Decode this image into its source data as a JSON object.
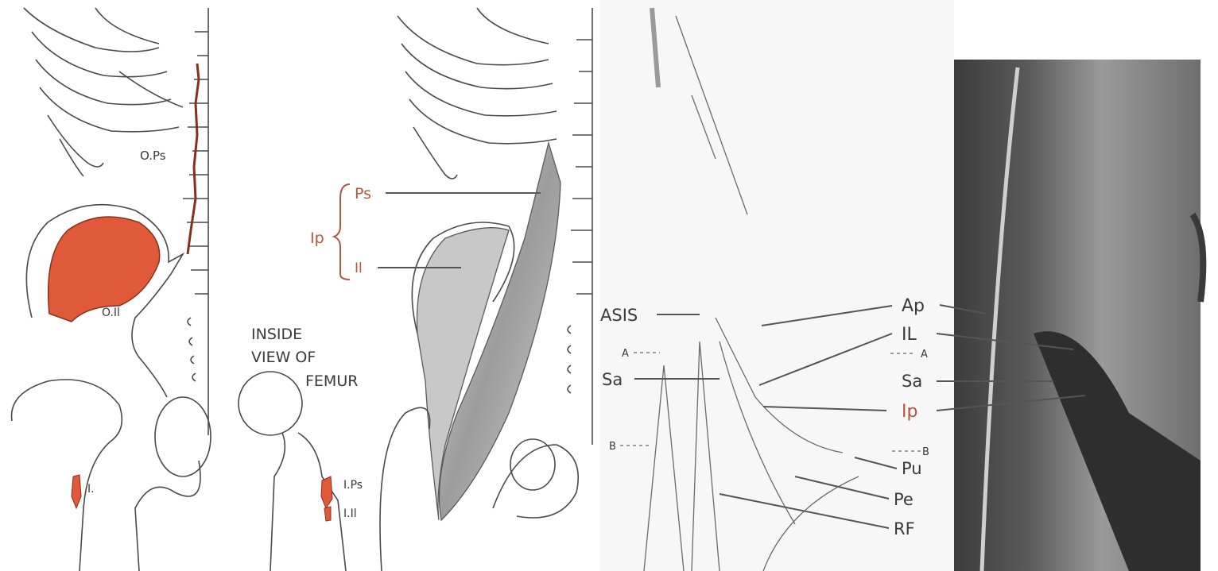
{
  "panel1": {
    "labels": {
      "origin_psoas": "O.Ps",
      "origin_iliacus": "O.Il",
      "insertion": "I."
    },
    "colors": {
      "muscle_fill": "#e05a3a",
      "muscle_edge": "#8a2f1e"
    }
  },
  "panel2": {
    "caption_lines": [
      "INSIDE",
      "VIEW OF",
      "FEMUR"
    ],
    "labels": {
      "ins_psoas": "I.Ps",
      "ins_iliacus": "I.Il"
    }
  },
  "panel3": {
    "labels": {
      "iliopsoas": "Ip",
      "psoas": "Ps",
      "iliacus": "Il"
    }
  },
  "panel4": {
    "labels": {
      "asis": "ASIS",
      "a_left": "A",
      "b_left": "B",
      "sa_left": "Sa",
      "ap": "Ap",
      "il": "IL",
      "a_right": "A",
      "sa_right": "Sa",
      "ip": "Ip",
      "b_right": "B",
      "pu": "Pu",
      "pe": "Pe",
      "rf": "RF"
    }
  }
}
